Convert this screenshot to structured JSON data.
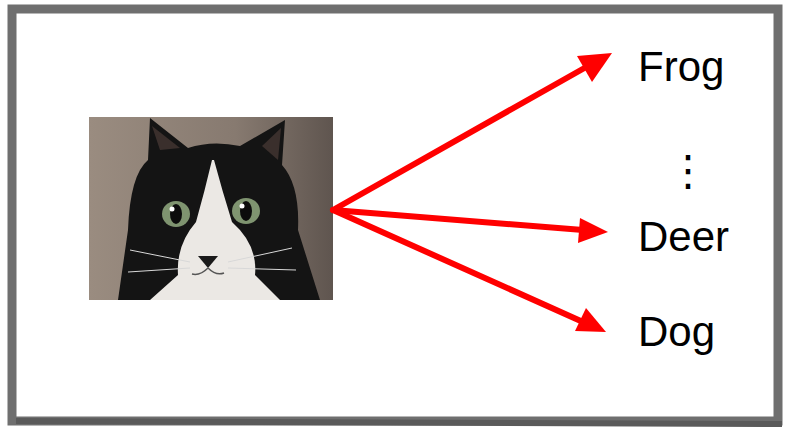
{
  "diagram": {
    "labels": [
      "Frog",
      "⋮",
      "Deer",
      "Dog"
    ]
  }
}
